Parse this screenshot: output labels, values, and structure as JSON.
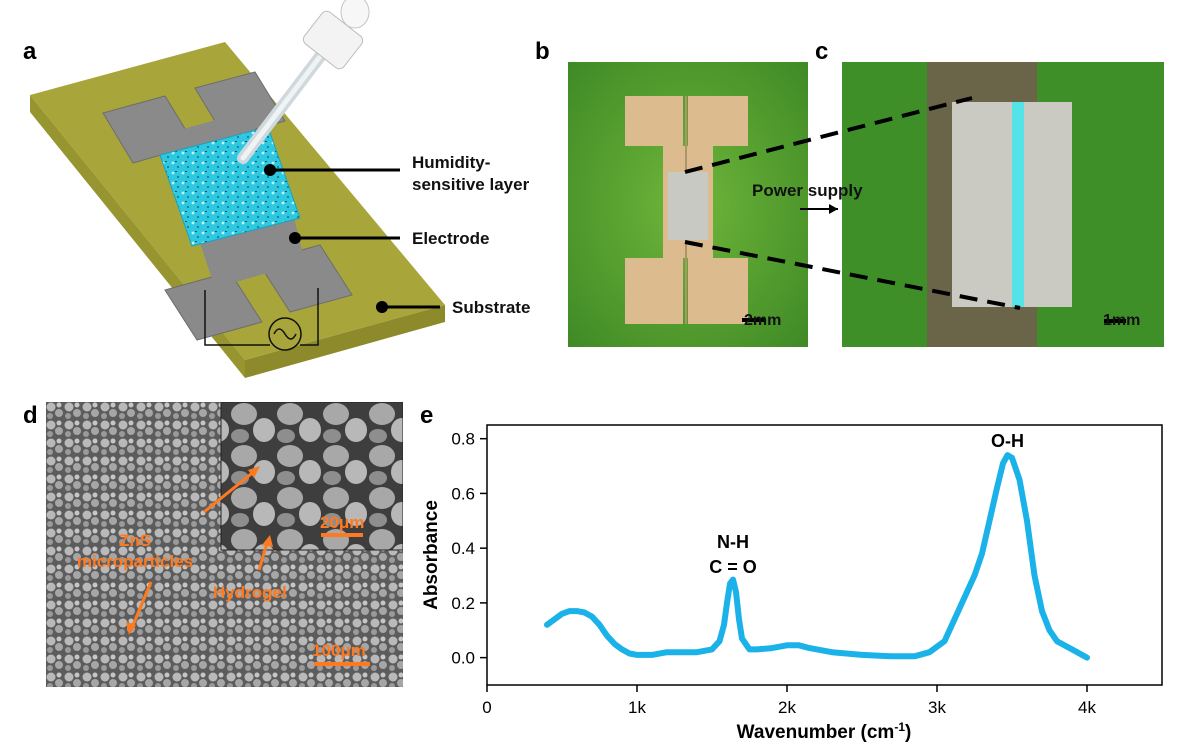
{
  "panels": {
    "a": "a",
    "b": "b",
    "c": "c",
    "d": "d",
    "e": "e"
  },
  "panel_a": {
    "labels": {
      "humidity_1": "Humidity-",
      "humidity_2": "sensitive layer",
      "electrode": "Electrode",
      "substrate": "Substrate"
    }
  },
  "panel_b": {
    "scalebar": "2mm",
    "arrow_label": "Power supply"
  },
  "panel_c": {
    "scalebar": "1mm"
  },
  "panel_d": {
    "zns_1": "ZnS",
    "zns_2": "microparticles",
    "hydrogel": "Hydrogel",
    "scale_inset": "20μm",
    "scale_main": "100μm"
  },
  "colors": {
    "substrate": "#a8a63a",
    "electrode": "#8a8a8a",
    "sensor_layer": "#2ec8e0",
    "spectrum": "#1ab2e8",
    "sem_annotation": "#ff7a1f"
  },
  "chart_data": {
    "type": "line",
    "xlabel": "Wavenumber (cm-1)",
    "ylabel": "Absorbance",
    "xlim": [
      0,
      4500
    ],
    "ylim": [
      -0.1,
      0.85
    ],
    "x_ticks": [
      0,
      1000,
      2000,
      3000,
      4000
    ],
    "x_tick_labels": [
      "0",
      "1k",
      "2k",
      "3k",
      "4k"
    ],
    "y_ticks": [
      0.0,
      0.2,
      0.4,
      0.6,
      0.8
    ],
    "y_tick_labels": [
      "0.0",
      "0.2",
      "0.4",
      "0.6",
      "0.8"
    ],
    "annotations": [
      {
        "text": "O-H",
        "x": 3470,
        "y": 0.77
      },
      {
        "text": "N-H",
        "x": 1640,
        "y": 0.4
      },
      {
        "text": "C = O",
        "x": 1640,
        "y": 0.31
      }
    ],
    "series": [
      {
        "color": "#1ab2e8",
        "x": [
          400,
          450,
          500,
          550,
          600,
          650,
          700,
          750,
          800,
          850,
          900,
          950,
          1000,
          1100,
          1200,
          1300,
          1400,
          1500,
          1550,
          1580,
          1600,
          1620,
          1640,
          1660,
          1680,
          1700,
          1750,
          1800,
          1900,
          2000,
          2080,
          2150,
          2300,
          2500,
          2700,
          2850,
          2950,
          3050,
          3150,
          3250,
          3300,
          3350,
          3400,
          3440,
          3470,
          3500,
          3550,
          3600,
          3650,
          3700,
          3750,
          3800,
          3900,
          4000
        ],
        "y": [
          0.12,
          0.14,
          0.16,
          0.17,
          0.17,
          0.165,
          0.15,
          0.12,
          0.08,
          0.05,
          0.03,
          0.015,
          0.01,
          0.01,
          0.02,
          0.02,
          0.02,
          0.03,
          0.06,
          0.12,
          0.2,
          0.27,
          0.285,
          0.24,
          0.14,
          0.07,
          0.03,
          0.03,
          0.035,
          0.045,
          0.045,
          0.035,
          0.02,
          0.01,
          0.005,
          0.005,
          0.02,
          0.06,
          0.18,
          0.3,
          0.38,
          0.5,
          0.62,
          0.71,
          0.74,
          0.73,
          0.65,
          0.5,
          0.3,
          0.17,
          0.1,
          0.06,
          0.03,
          0.0
        ]
      }
    ]
  }
}
